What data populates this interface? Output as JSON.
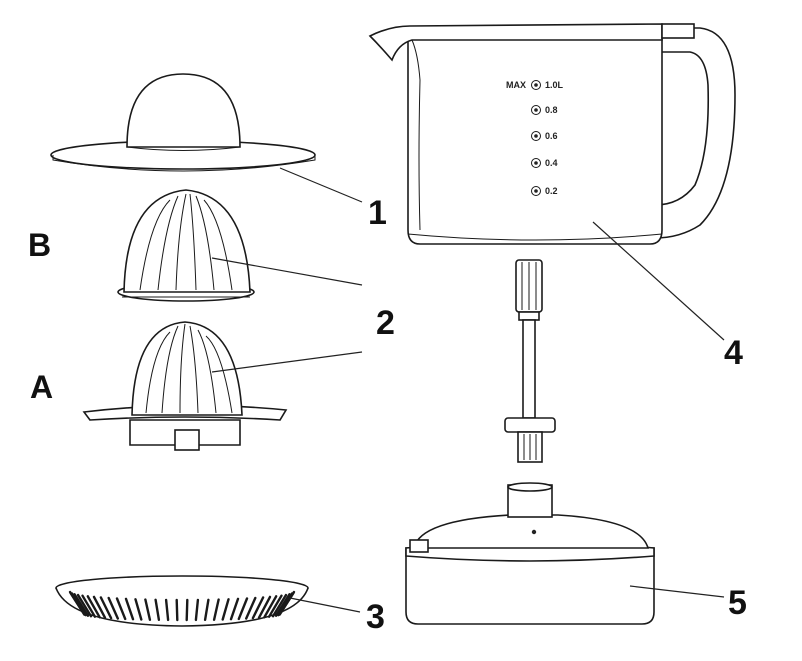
{
  "callouts": {
    "lid": "1",
    "cones": "2",
    "sieve": "3",
    "jug": "4",
    "base": "5"
  },
  "cone_letters": {
    "small": "B",
    "large": "A"
  },
  "jug_scale": {
    "max_prefix": "MAX",
    "marks": [
      "1.0L",
      "0.8",
      "0.6",
      "0.4",
      "0.2"
    ]
  }
}
